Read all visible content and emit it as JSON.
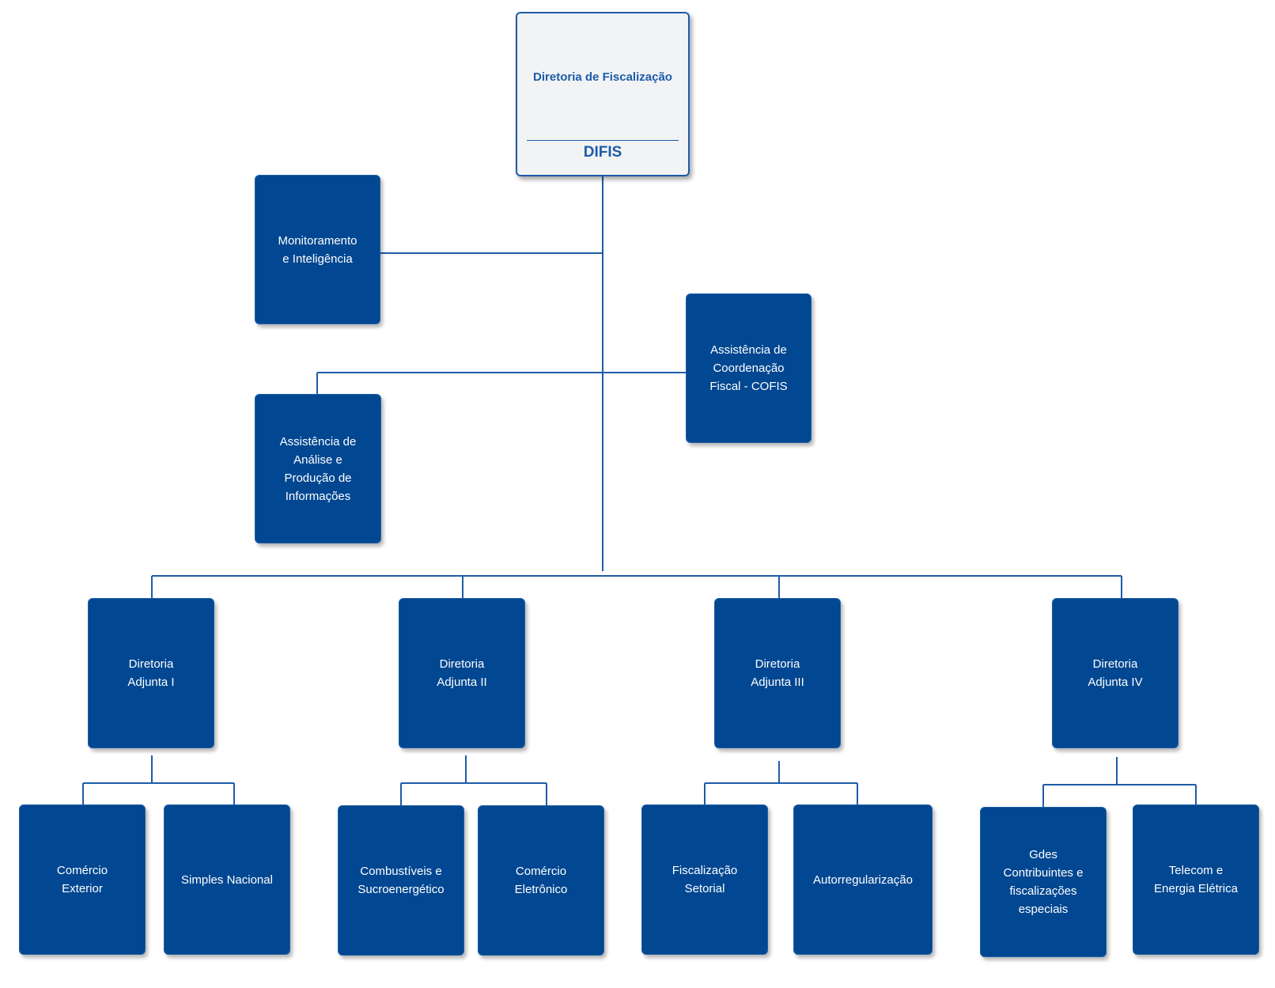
{
  "colors": {
    "box_fill": "#024791",
    "line": "#1d5ca8",
    "top_fill": "#f1f3f5",
    "text_on_box": "#ffffff"
  },
  "root": {
    "name": "Diretoria de Fiscalização",
    "abbr": "DIFIS"
  },
  "staff": {
    "monitoramento": "Monitoramento\ne Inteligência",
    "cofis": "Assistência de\nCoordenação\nFiscal - COFIS",
    "analise": "Assistência de\nAnálise e\nProdução de\nInformações"
  },
  "adjuntas": [
    {
      "label": "Diretoria\nAdjunta I",
      "units": [
        "Comércio\nExterior",
        "Simples Nacional"
      ]
    },
    {
      "label": "Diretoria\nAdjunta II",
      "units": [
        "Combustíveis e\nSucroenergético",
        "Comércio\nEletrônico"
      ]
    },
    {
      "label": "Diretoria\nAdjunta III",
      "units": [
        "Fiscalização\nSetorial",
        "Autorregularização"
      ]
    },
    {
      "label": "Diretoria\nAdjunta IV",
      "units": [
        "Gdes\nContribuintes e\nfiscalizações\nespeciais",
        "Telecom e\nEnergia Elétrica"
      ]
    }
  ]
}
